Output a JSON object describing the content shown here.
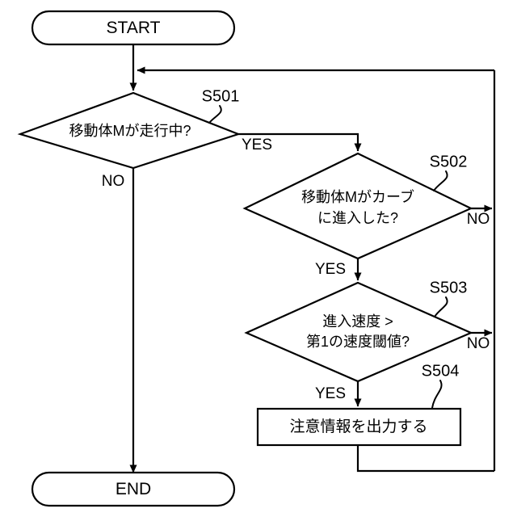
{
  "diagram": {
    "type": "flowchart",
    "title": "",
    "language": "ja",
    "colors": {
      "background": "#ffffff",
      "stroke": "#000000",
      "fill": "#ffffff"
    },
    "nodes": {
      "start": {
        "shape": "terminator",
        "label": "START"
      },
      "end": {
        "shape": "terminator",
        "label": "END"
      },
      "s501": {
        "shape": "decision",
        "step": "S501",
        "line1": "移動体Mが走行中?",
        "line2": "",
        "yes_label": "YES",
        "no_label": "NO"
      },
      "s502": {
        "shape": "decision",
        "step": "S502",
        "line1": "移動体Mがカーブ",
        "line2": "に進入した?",
        "yes_label": "YES",
        "no_label": "NO"
      },
      "s503": {
        "shape": "decision",
        "step": "S503",
        "line1": "進入速度 >",
        "line2": "第1の速度閾値?",
        "yes_label": "YES",
        "no_label": "NO"
      },
      "s504": {
        "shape": "process",
        "step": "S504",
        "label": "注意情報を出力する"
      }
    }
  }
}
